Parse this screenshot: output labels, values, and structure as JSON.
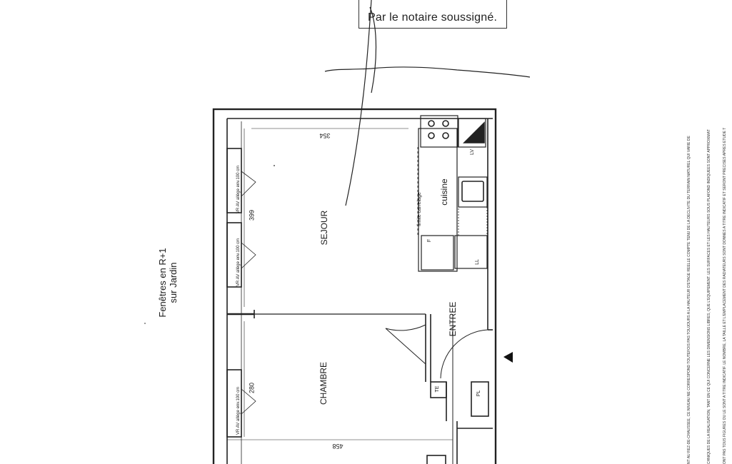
{
  "stamp": {
    "text": "Par le notaire soussigné."
  },
  "caption": {
    "line1": "Fenêtres en  R+1",
    "line2": "sur Jardin"
  },
  "rooms": {
    "sejour": "SEJOUR",
    "chambre": "CHAMBRE",
    "entree": "ENTREE",
    "cuisine": "cuisine",
    "limite": "limite carrelage"
  },
  "fixtures": {
    "lv": "LV",
    "ll": "LL",
    "f": "F",
    "te": "TE",
    "pl": "PL"
  },
  "windows": {
    "w1": "VR  AV allège env.100 cm",
    "w2": "VR  AV allège env.100 cm",
    "w3": "VR  AV allège env.100 cm"
  },
  "dimensions": {
    "d354": "354",
    "d399": "399",
    "d280": "280",
    "d458": "458"
  },
  "notes": {
    "n1": "NT AU REZ-DE-CHAUSSEE, CE NIVEAU NE CORRESPOND TOUTEFOIS PAS TOUJOURS A LA HAUTEUR D'ETAGE REELLE COMPTE TENU DE LA DECLIVITE DU TERRAIN NATUREL QUI VARIE DE",
    "n2": "CHNIQUES DE LA REALISATION, TANT EN CE QUI CONCERNE LES DIMENSIONS LIBRES, QUE L'EQUIPEMENT. LES SURFACES ET LES HAUTEURS SOUS PLAFOND INDIQUEES SONT APPROXIMAT",
    "n3": "ONT PAS TOUS FIGURES OU LE SONT A TITRE INDICATIF. LE NOMBRE, LA TAILLE ET L'EMPLACEMENT DES RADIATEURS SONT DONNES A TITRE INDICATIF ET SERONT PRECISES APRES ETUDE T"
  }
}
